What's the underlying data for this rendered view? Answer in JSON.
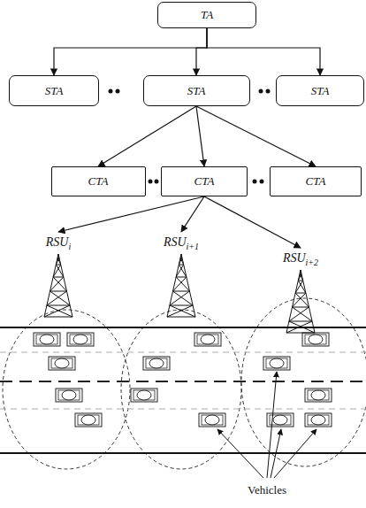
{
  "diagram": {
    "nodes": [
      {
        "text": [
          "TA"
        ]
      },
      {
        "text": [
          "STA"
        ]
      },
      {
        "text": [
          "STA"
        ]
      },
      {
        "text": [
          "STA"
        ]
      },
      {
        "text": [
          "CTA"
        ]
      },
      {
        "text": [
          "CTA"
        ]
      },
      {
        "text": [
          "CTA"
        ]
      },
      {
        "text": [
          "RSUi"
        ]
      },
      {
        "text": [
          "RSUi+1"
        ]
      },
      {
        "text": [
          "RSUi+2"
        ]
      }
    ],
    "edges": [
      {
        "from": 0,
        "to": 1,
        "arrow": "to"
      },
      {
        "from": 0,
        "to": 2,
        "arrow": "to"
      },
      {
        "from": 0,
        "to": 3,
        "arrow": "to"
      },
      {
        "from": 2,
        "to": 4,
        "arrow": "to"
      },
      {
        "from": 2,
        "to": 5,
        "arrow": "to"
      },
      {
        "from": 2,
        "to": 6,
        "arrow": "to"
      },
      {
        "from": 5,
        "to": 7,
        "arrow": "to"
      },
      {
        "from": 5,
        "to": 8,
        "arrow": "to"
      },
      {
        "from": 5,
        "to": 9,
        "arrow": "to"
      }
    ],
    "labels": [
      "Vehicles"
    ]
  }
}
